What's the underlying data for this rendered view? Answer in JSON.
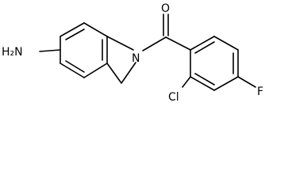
{
  "molecule": {
    "atoms": {
      "amine_label": "H₂N",
      "ring_nitrogen_label": "N",
      "carbonyl_oxygen_label": "O",
      "chlorine_label": "Cl",
      "fluorine_label": "F"
    },
    "colors": {
      "bond": "#000000",
      "label": "#000000",
      "background": "#ffffff"
    }
  }
}
